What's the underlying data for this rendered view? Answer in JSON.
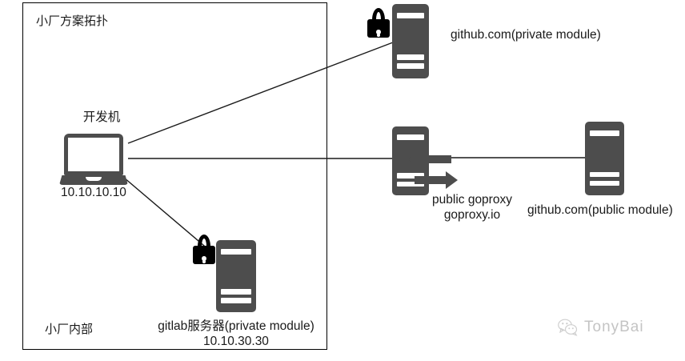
{
  "diagram": {
    "title": "小厂方案拓扑",
    "zone_footer": "小厂内部",
    "boundary_name": "small-company-boundary"
  },
  "nodes": {
    "dev_machine": {
      "label": "开发机",
      "ip": "10.10.10.10",
      "icon": "laptop-icon"
    },
    "github_private": {
      "label": "github.com(private module)",
      "icon": "server-icon",
      "lock": "lock-icon"
    },
    "gitlab_server": {
      "label": "gitlab服务器(private module)",
      "ip": "10.10.30.30",
      "icon": "server-icon",
      "lock": "lock-icon"
    },
    "goproxy": {
      "label_line1": "public goproxy",
      "label_line2": "goproxy.io",
      "icon": "server-icon",
      "arrows": "bidirectional-arrows-icon"
    },
    "github_public": {
      "label": "github.com(public module)",
      "icon": "server-icon"
    }
  },
  "watermark": {
    "text": "TonyBai",
    "icon": "wechat-icon"
  },
  "colors": {
    "server_fill": "#4d4d4d",
    "lock_fill": "#000000",
    "line": "#1a1a1a",
    "text": "#1a1a1a",
    "watermark": "#c4c4c4",
    "background": "#ffffff"
  }
}
